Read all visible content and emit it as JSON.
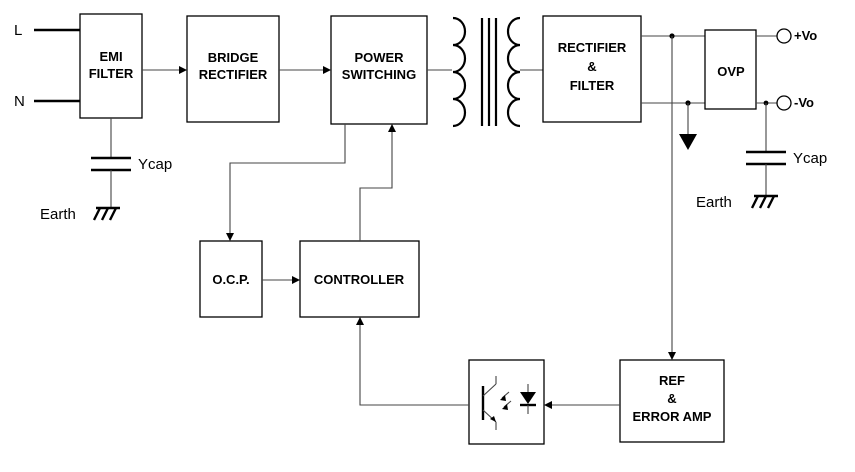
{
  "blocks": {
    "emi_filter": [
      "EMI",
      "FILTER"
    ],
    "bridge_rectifier": [
      "BRIDGE",
      "RECTIFIER"
    ],
    "power_switching": [
      "POWER",
      "SWITCHING"
    ],
    "rectifier_filter": [
      "RECTIFIER",
      "&",
      "FILTER"
    ],
    "ovp": [
      "OVP"
    ],
    "ocp": [
      "O.C.P."
    ],
    "controller": [
      "CONTROLLER"
    ],
    "ref_error_amp": [
      "REF",
      "&",
      "ERROR AMP"
    ]
  },
  "labels": {
    "line": "L",
    "neutral": "N",
    "ycap_input": "Ycap",
    "earth_input": "Earth",
    "plus_vo": "+Vo",
    "minus_vo": "-Vo",
    "ycap_output": "Ycap",
    "earth_output": "Earth"
  }
}
